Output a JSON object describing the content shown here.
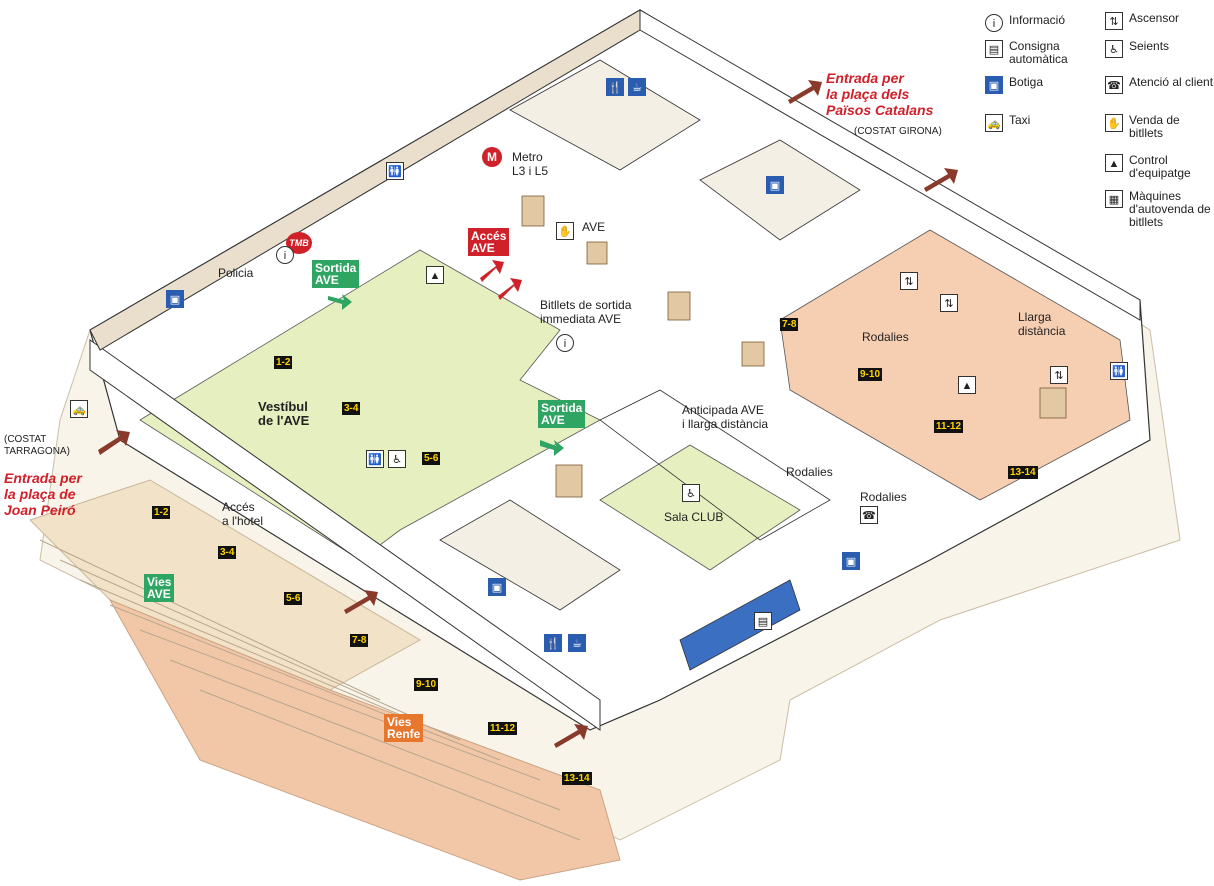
{
  "legend": [
    {
      "icon": "info-icon",
      "glyph": "i",
      "label": "Informació"
    },
    {
      "icon": "elevator-icon",
      "glyph": "⇅",
      "label": "Ascensor"
    },
    {
      "icon": "locker-icon",
      "glyph": "▤",
      "label": "Consigna automàtica"
    },
    {
      "icon": "seats-icon",
      "glyph": "♿",
      "label": "Seients"
    },
    {
      "icon": "shop-icon",
      "glyph": "▣",
      "label": "Botiga"
    },
    {
      "icon": "customer-service-icon",
      "glyph": "☎",
      "label": "Atenció al client"
    },
    {
      "icon": "taxi-icon",
      "glyph": "🚕",
      "label": "Taxi"
    },
    {
      "icon": "ticket-sale-icon",
      "glyph": "✋",
      "label": "Venda de bitllets"
    },
    {
      "icon": "baggage-control-icon",
      "glyph": "▲",
      "label": "Control d'equipatge"
    },
    {
      "icon": "ticket-machine-icon",
      "glyph": "▦",
      "label": "Màquines d'autovenda de bitllets"
    }
  ],
  "entrances": {
    "girona": {
      "line1": "Entrada per",
      "line2": "la plaça dels",
      "line3": "Països Catalans",
      "side": "(COSTAT GIRONA)"
    },
    "tarragona": {
      "line1": "Entrada per",
      "line2": "la plaça de",
      "line3": "Joan Peiró",
      "side_line1": "(COSTAT",
      "side_line2": "TARRAGONA)"
    }
  },
  "labels": {
    "metro_line1": "Metro",
    "metro_line2": "L3 i L5",
    "metro_glyph": "M",
    "tmb": "TMB",
    "policia": "Policia",
    "ave": "AVE",
    "bitllets_line1": "Bitllets de sortida",
    "bitllets_line2": "immediata AVE",
    "vestibul_line1": "Vestíbul",
    "vestibul_line2": "de l'AVE",
    "acces_hotel_line1": "Accés",
    "acces_hotel_line2": "a l'hotel",
    "anticipada_line1": "Anticipada AVE",
    "anticipada_line2": "i llarga distància",
    "rodalies_center": "Rodalies",
    "sala_club": "Sala CLUB",
    "rodalies_right": "Rodalies",
    "rodalies_hall": "Rodalies",
    "llarga_line1": "Llarga",
    "llarga_line2": "distància"
  },
  "tags": {
    "acces_ave_line1": "Accés",
    "acces_ave_line2": "AVE",
    "sortida1_line1": "Sortida",
    "sortida1_line2": "AVE",
    "sortida2_line1": "Sortida",
    "sortida2_line2": "AVE",
    "vies_ave_line1": "Vies",
    "vies_ave_line2": "AVE",
    "vies_renfe_line1": "Vies",
    "vies_renfe_line2": "Renfe"
  },
  "platforms": {
    "p1": "1-2",
    "p2": "3-4",
    "p3": "5-6",
    "p4": "7-8",
    "p5": "9-10",
    "p6": "11-12",
    "p7": "13-14",
    "h1": "1-2",
    "h2": "3-4",
    "h3": "5-6",
    "r1": "7-8",
    "r2": "9-10",
    "r3": "11-12",
    "r4": "13-14"
  },
  "colors": {
    "ave_hall": "#e6efbf",
    "rodalies_hall": "#f6cfb2",
    "floor": "#f8f4ea",
    "wall": "#ffffff",
    "wall_shade": "#e9dfcc",
    "tracks_ave": "#f2e2c7",
    "tracks_renfe": "#f1c7a8",
    "accent_red": "#d0202a",
    "accent_green": "#2fa563",
    "accent_orange": "#e8772e",
    "shop_blue": "#2a5db0"
  }
}
